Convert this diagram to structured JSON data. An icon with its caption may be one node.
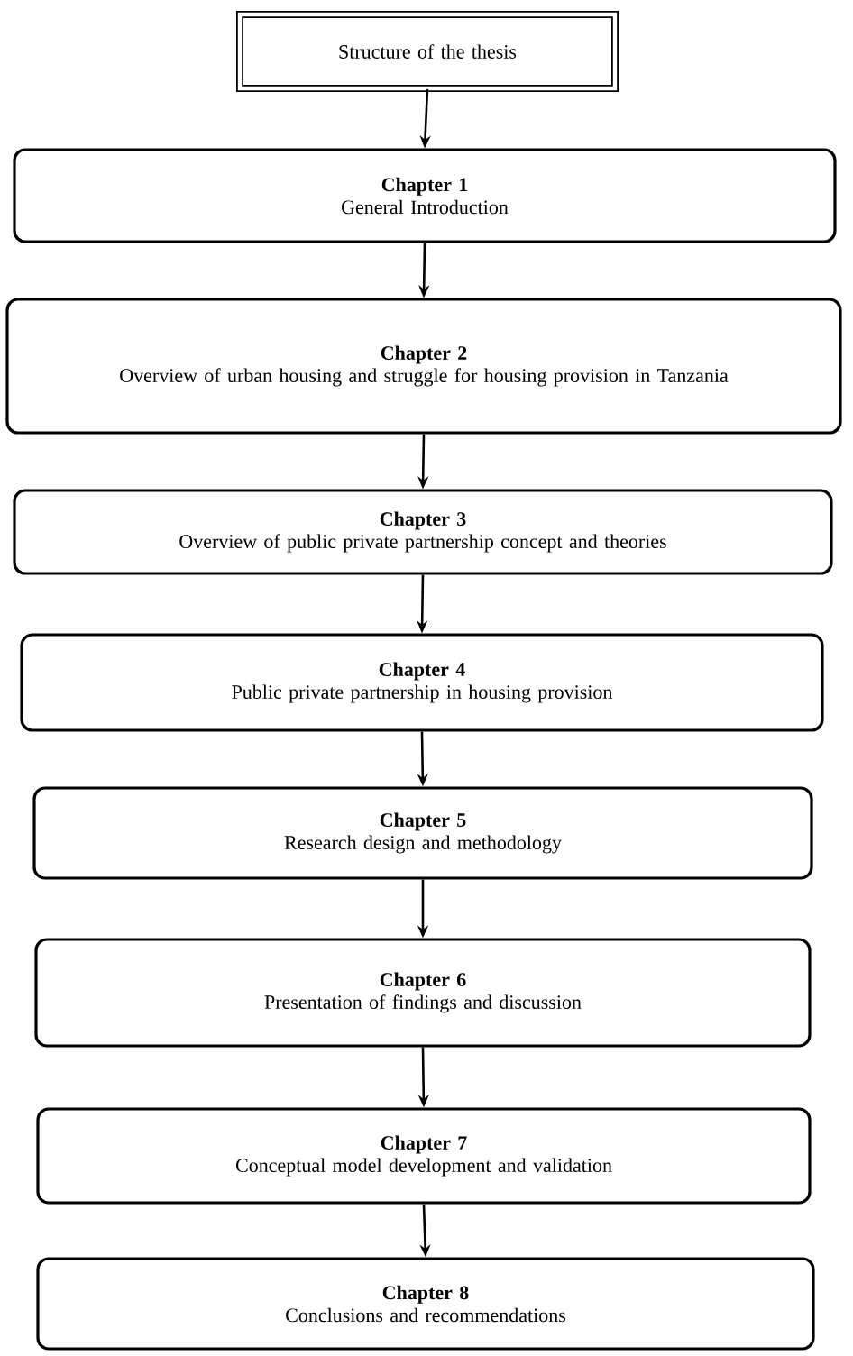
{
  "diagram": {
    "nodes": [
      {
        "text": [
          "Structure of the thesis"
        ]
      },
      {
        "text": [
          "Chapter 1",
          "General Introduction"
        ]
      },
      {
        "text": [
          "Chapter 2",
          "Overview of urban housing and struggle for housing provision in Tanzania"
        ]
      },
      {
        "text": [
          "Chapter 3",
          "Overview of public private partnership concept and theories"
        ]
      },
      {
        "text": [
          "Chapter 4",
          "Public private partnership in housing provision"
        ]
      },
      {
        "text": [
          "Chapter 5",
          "Research design and methodology"
        ]
      },
      {
        "text": [
          "Chapter 6",
          "Presentation of findings and discussion"
        ]
      },
      {
        "text": [
          "Chapter 7",
          "Conceptual model development and validation"
        ]
      },
      {
        "text": [
          "Chapter 8",
          "Conclusions and recommendations"
        ]
      }
    ],
    "edges": [
      {
        "from": 0,
        "to": 1,
        "arrow": "to"
      },
      {
        "from": 1,
        "to": 2,
        "arrow": "to"
      },
      {
        "from": 2,
        "to": 3,
        "arrow": "to"
      },
      {
        "from": 3,
        "to": 4,
        "arrow": "to"
      },
      {
        "from": 4,
        "to": 5,
        "arrow": "to"
      },
      {
        "from": 5,
        "to": 6,
        "arrow": "to"
      },
      {
        "from": 6,
        "to": 7,
        "arrow": "to"
      },
      {
        "from": 7,
        "to": 8,
        "arrow": "to"
      }
    ]
  }
}
